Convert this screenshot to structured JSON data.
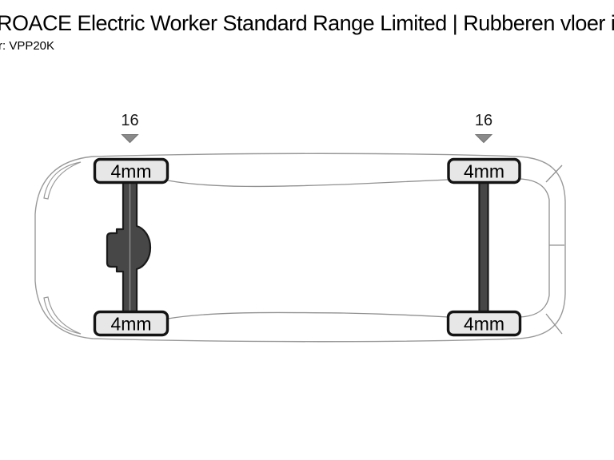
{
  "header": {
    "title": "ROACE Electric Worker Standard Range Limited | Rubberen vloer i",
    "reference": "r: VPP20K"
  },
  "diagram": {
    "description": "Top view of van with tyre tread depth per wheel and rim size per axle",
    "front_axle": {
      "wheel_size": "16",
      "tread_depth_top": "4mm",
      "tread_depth_bottom": "4mm"
    },
    "rear_axle": {
      "wheel_size": "16",
      "tread_depth_top": "4mm",
      "tread_depth_bottom": "4mm"
    },
    "colors": {
      "background": "#ffffff",
      "body_outline": "#999999",
      "inner_lines": "#909090",
      "axle_fill": "#474747",
      "axle_stroke": "#1a1a1a",
      "badge_fill": "#e7e7e7",
      "badge_stroke": "#141414",
      "marker": "#8a8a8a",
      "text": "#000000"
    }
  }
}
